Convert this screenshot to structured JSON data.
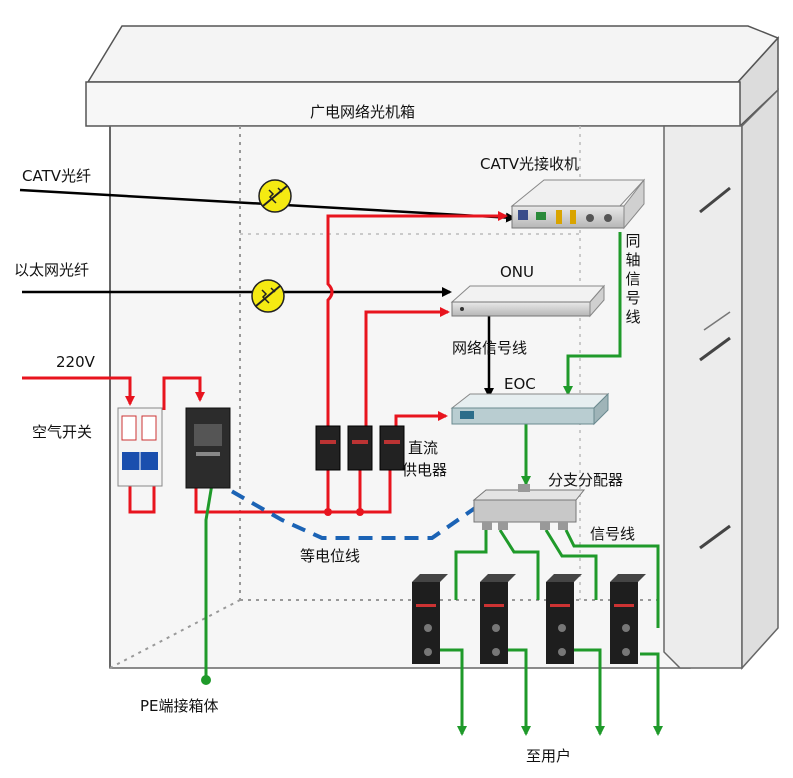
{
  "cabinet": {
    "title": "广电网络光机箱"
  },
  "inputs": {
    "catv_fiber": "CATV光纤",
    "ethernet_fiber": "以太网光纤",
    "power_220v": "220V"
  },
  "devices": {
    "catv_receiver": "CATV光接收机",
    "onu": "ONU",
    "eoc": "EOC",
    "air_switch": "空气开关",
    "dc_power_supply_line1": "直流",
    "dc_power_supply_line2": "供电器",
    "splitter": "分支分配器"
  },
  "cables": {
    "coax_signal": [
      "同",
      "轴",
      "信",
      "号",
      "线"
    ],
    "network_signal": "网络信号线",
    "equipotential": "等电位线",
    "signal_line": "信号线"
  },
  "ground": {
    "pe": "PE端接箱体"
  },
  "output": {
    "to_user": "至用户"
  },
  "colors": {
    "power": "#e8141e",
    "signal": "#1f9a2a",
    "fiber": "#000000",
    "equipotential": "#1b63b5",
    "protector": "#f5ea12"
  }
}
